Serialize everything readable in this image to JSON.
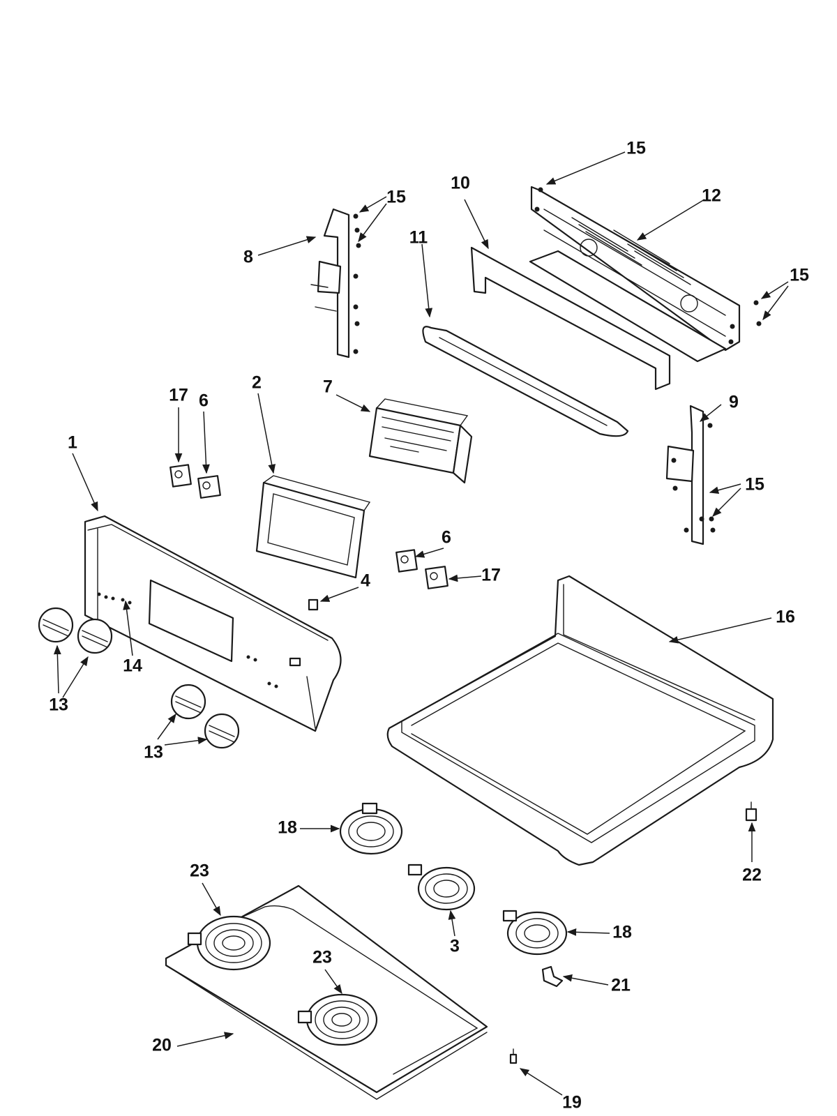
{
  "parts": {
    "p1": "1",
    "p2": "2",
    "p3": "3",
    "p4": "4",
    "p6a": "6",
    "p6b": "6",
    "p7": "7",
    "p8": "8",
    "p9": "9",
    "p10": "10",
    "p11": "11",
    "p12": "12",
    "p13a": "13",
    "p13b": "13",
    "p14": "14",
    "p15a": "15",
    "p15b": "15",
    "p15c": "15",
    "p15d": "15",
    "p16": "16",
    "p17a": "17",
    "p17b": "17",
    "p18a": "18",
    "p18b": "18",
    "p19": "19",
    "p20": "20",
    "p21": "21",
    "p22": "22",
    "p23a": "23",
    "p23b": "23"
  }
}
